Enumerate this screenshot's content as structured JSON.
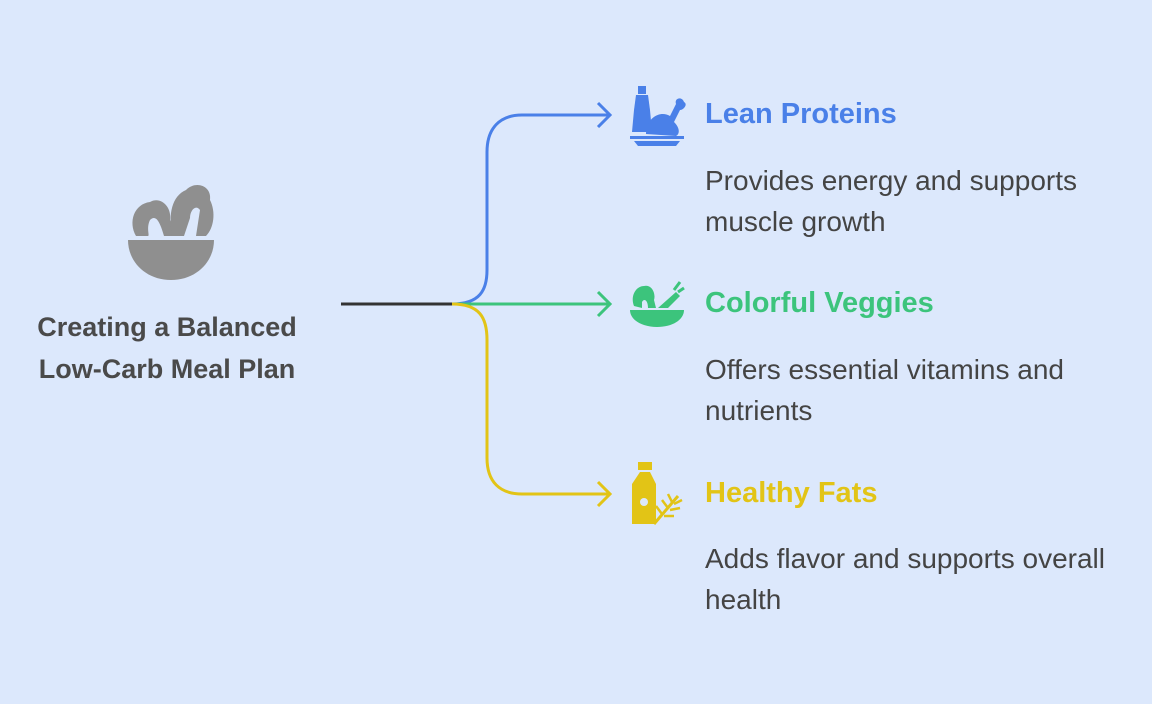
{
  "title": "Creating a Balanced Low-Carb Meal Plan",
  "colors": {
    "background": "#dce8fc",
    "blue": "#4a80e8",
    "green": "#3cc47c",
    "yellow": "#e2c416",
    "gray": "#8f8f8f",
    "trunk": "#333333"
  },
  "branches": [
    {
      "heading": "Lean Proteins",
      "description": "Provides energy and supports muscle growth",
      "icon": "chicken-sauce-icon",
      "color": "#4a80e8"
    },
    {
      "heading": "Colorful Veggies",
      "description": "Offers essential vitamins and nutrients",
      "icon": "salad-carrot-icon",
      "color": "#3cc47c"
    },
    {
      "heading": "Healthy Fats",
      "description": "Adds flavor and supports overall health",
      "icon": "oil-bottle-herb-icon",
      "color": "#e2c416"
    }
  ]
}
